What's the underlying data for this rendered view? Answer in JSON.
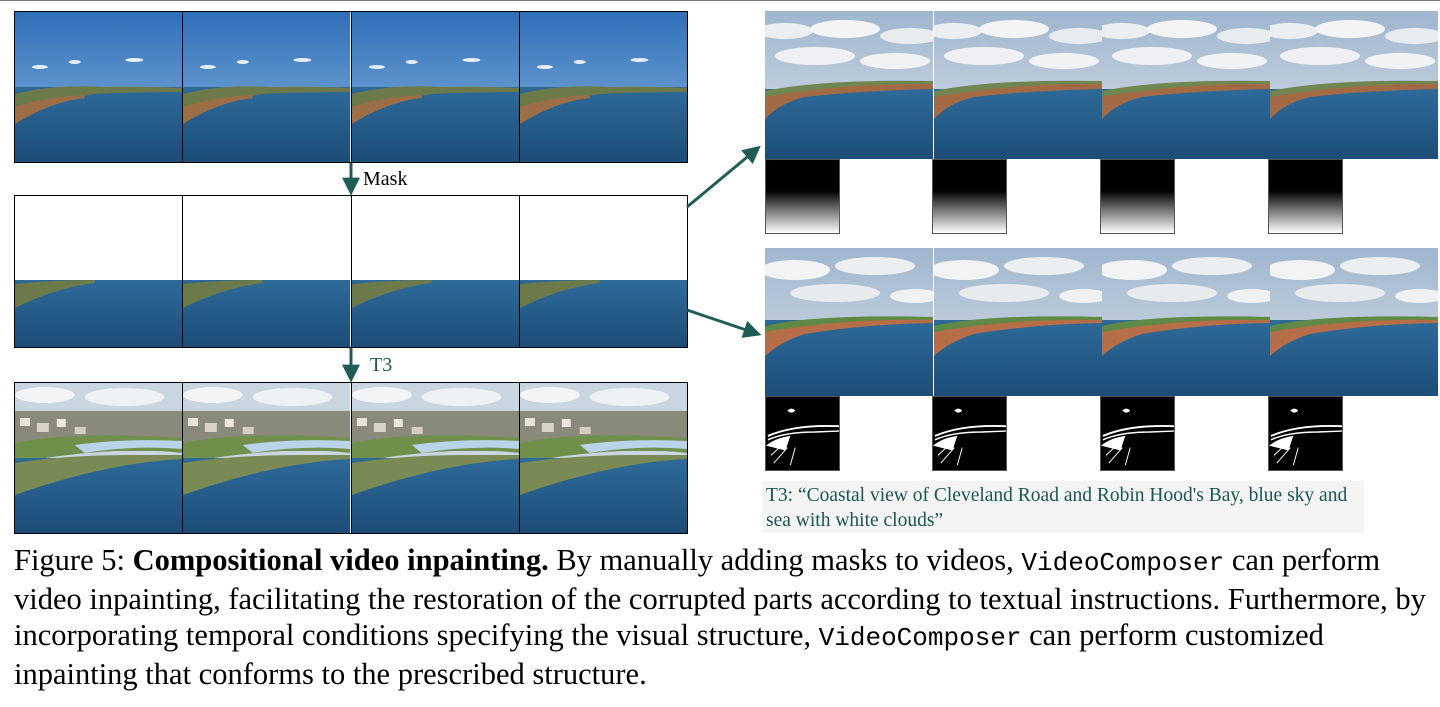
{
  "labels": {
    "mask": "Mask",
    "t3": "T3"
  },
  "prompt": {
    "text": "T3: “Coastal view of Cleveland Road and Robin Hood's Bay, blue sky and sea with white clouds”"
  },
  "caption": {
    "figure_label": "Figure 5:",
    "title": "Compositional video inpainting.",
    "text_1": "By manually adding masks to videos,",
    "model_1": "VideoComposer",
    "text_2": "can perform video inpainting, facilitating the restoration of the corrupted parts according to textual instructions. Furthermore, by incorporating temporal conditions specifying the visual structure,",
    "model_2": "VideoComposer",
    "text_3": "can perform customized inpainting that conforms to the prescribed structure."
  },
  "colors": {
    "arrow": "#1f5c55",
    "prompt_text": "#1a5550",
    "sea": "#2b5d8a",
    "sky": "#4a86c6"
  }
}
